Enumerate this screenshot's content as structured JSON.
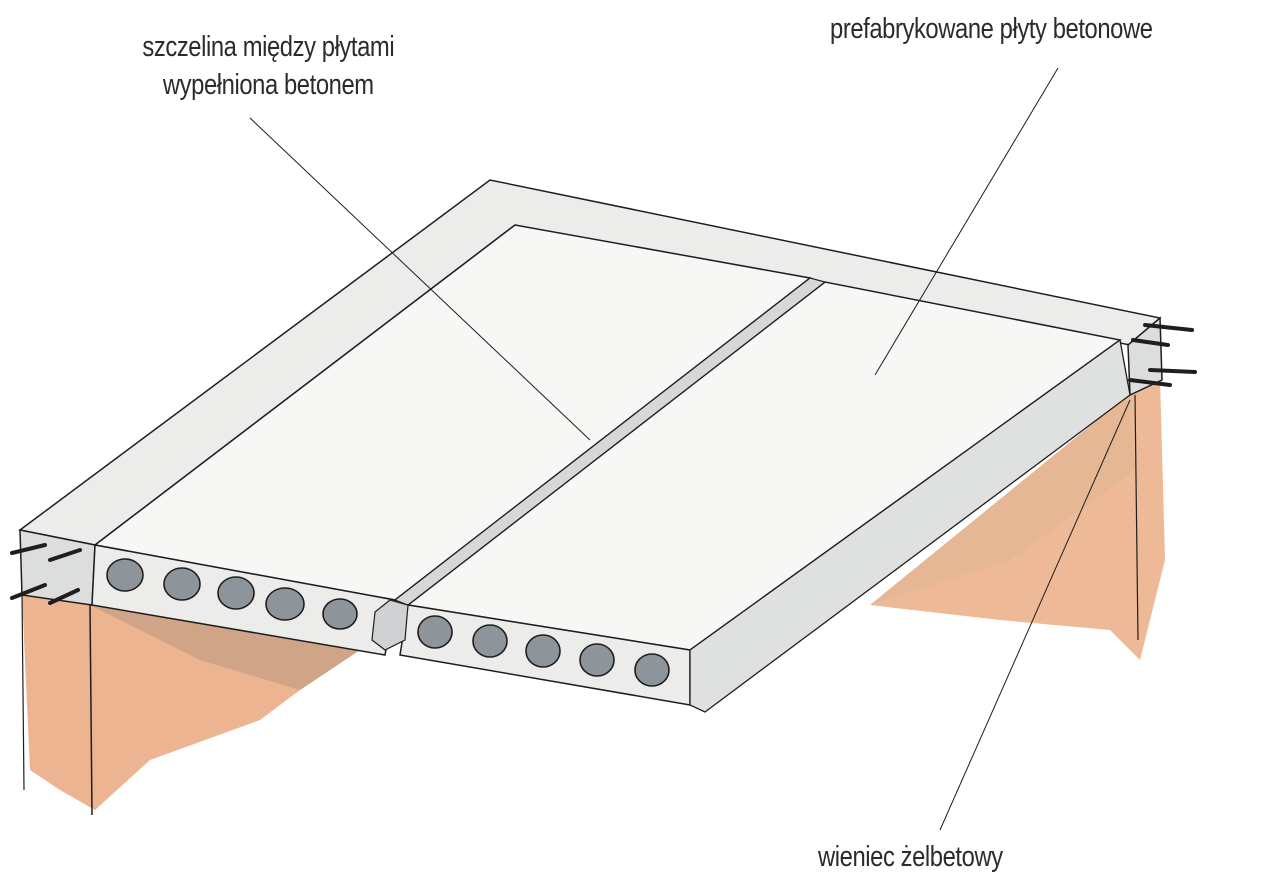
{
  "diagram": {
    "subject": "prefabricated hollow-core concrete floor slab on walls with reinforced concrete ring beam",
    "labels": {
      "gap_line1": "szczelina między płytami",
      "gap_line2": "wypełniona betonem",
      "slabs": "prefabrykowane płyty betonowe",
      "ring_beam": "wieniec żelbetowy"
    },
    "colors": {
      "slab_top": "#f7f7f5",
      "slab_edge": "#ececea",
      "hollow_core": "#8d959b",
      "joint_fill": "#d6d8d8",
      "wall_brick": "#e9a77c",
      "wall_shadow": "#c9a184",
      "ink": "#1e1e1e",
      "label_text": "#2b2b2b"
    },
    "hollow_cores_per_slab": 5,
    "slab_count": 2
  }
}
